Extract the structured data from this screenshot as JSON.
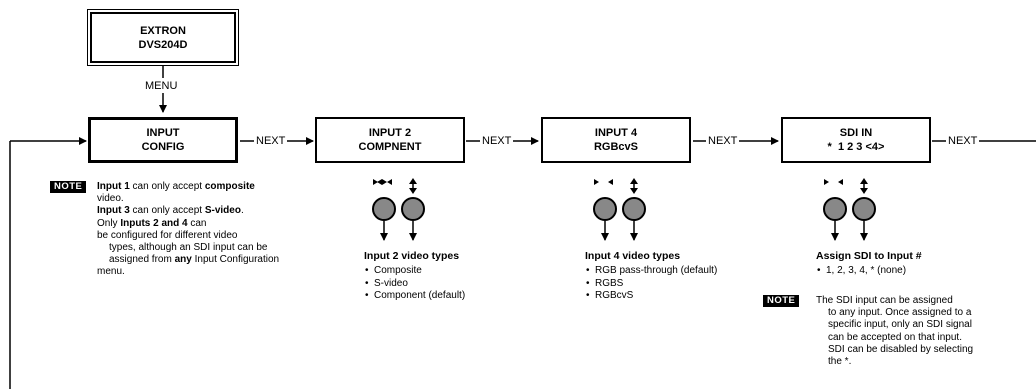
{
  "device": {
    "line1": "EXTRON",
    "line2": "DVS204D"
  },
  "menu_label": "MENU",
  "next_label": "NEXT",
  "colors": {
    "knob_fill": "#888888",
    "line": "#000000"
  },
  "screens": {
    "input_config": {
      "line1": "INPUT",
      "line2": "CONFIG"
    },
    "input2": {
      "line1": "INPUT 2",
      "line2": "COMPNENT"
    },
    "input4": {
      "line1": "INPUT 4",
      "line2": "RGBcvS"
    },
    "sdi": {
      "line1": "SDI IN",
      "line2": "*  1 2 3 <4>"
    }
  },
  "note1": {
    "tag": "NOTE",
    "lines": [
      "Input 1 can only accept composite",
      "video.",
      "Input 3 can only accept S-video.",
      "Only Inputs 2 and 4 can",
      "be configured for different video",
      "types, although an SDI input can be",
      "assigned from any Input Configuration",
      "menu."
    ]
  },
  "input2_types": {
    "title": "Input 2 video types",
    "items": [
      "Composite",
      "S-video",
      "Component (default)"
    ]
  },
  "input4_types": {
    "title": "Input 4 video types",
    "items": [
      "RGB pass-through (default)",
      "RGBS",
      "RGBcvS"
    ]
  },
  "sdi_assign": {
    "title": "Assign SDI to Input #",
    "items": [
      "1, 2, 3, 4, * (none)"
    ]
  },
  "note2": {
    "tag": "NOTE",
    "lines": [
      "The SDI input can be assigned",
      "to any input.  Once assigned to a",
      "specific input, only an SDI signal",
      "can be accepted on that input.",
      "SDI can be disabled by selecting",
      "the *."
    ]
  }
}
